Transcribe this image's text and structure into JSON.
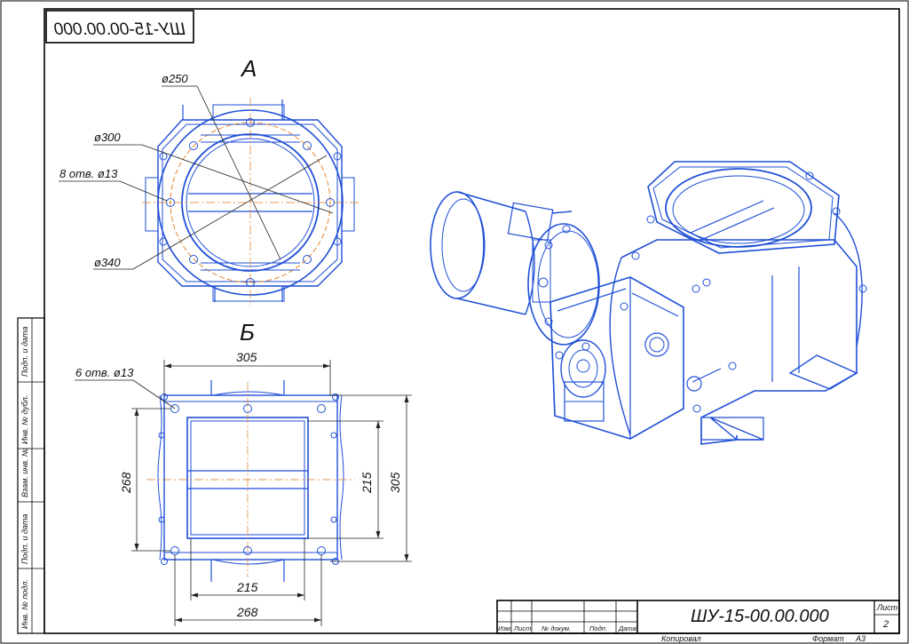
{
  "drawing_code_mirrored": "ШУ-15-00.00.000",
  "view_a": {
    "title": "А",
    "d250": "ø250",
    "d300": "ø300",
    "holes": "8 отв. ø13",
    "d340": "ø340"
  },
  "view_b": {
    "title": "Б",
    "top_width": "305",
    "holes": "6 отв. ø13",
    "left_height": "268",
    "inner_height": "215",
    "right_height": "305",
    "inner_width": "215",
    "bottom_width": "268"
  },
  "side_column": {
    "labels": [
      "Подп. и дата",
      "Инв. № дубл.",
      "Взам. инв. №",
      "Подп. и дата",
      "Инв. № подл."
    ]
  },
  "title_block": {
    "designation": "ШУ-15-00.00.000",
    "sheet_label": "Лист",
    "sheet_number": "2",
    "col_izm": "Изм.",
    "col_list": "Лист",
    "col_doc": "№ докум.",
    "col_sign": "Подп.",
    "col_date": "Дата",
    "copied": "Копировал",
    "format_label": "Формат",
    "format_value": "А3"
  },
  "colors": {
    "line_blue": "#1f4fd6",
    "axis_orange": "#e07a20",
    "frame_black": "#000000"
  }
}
